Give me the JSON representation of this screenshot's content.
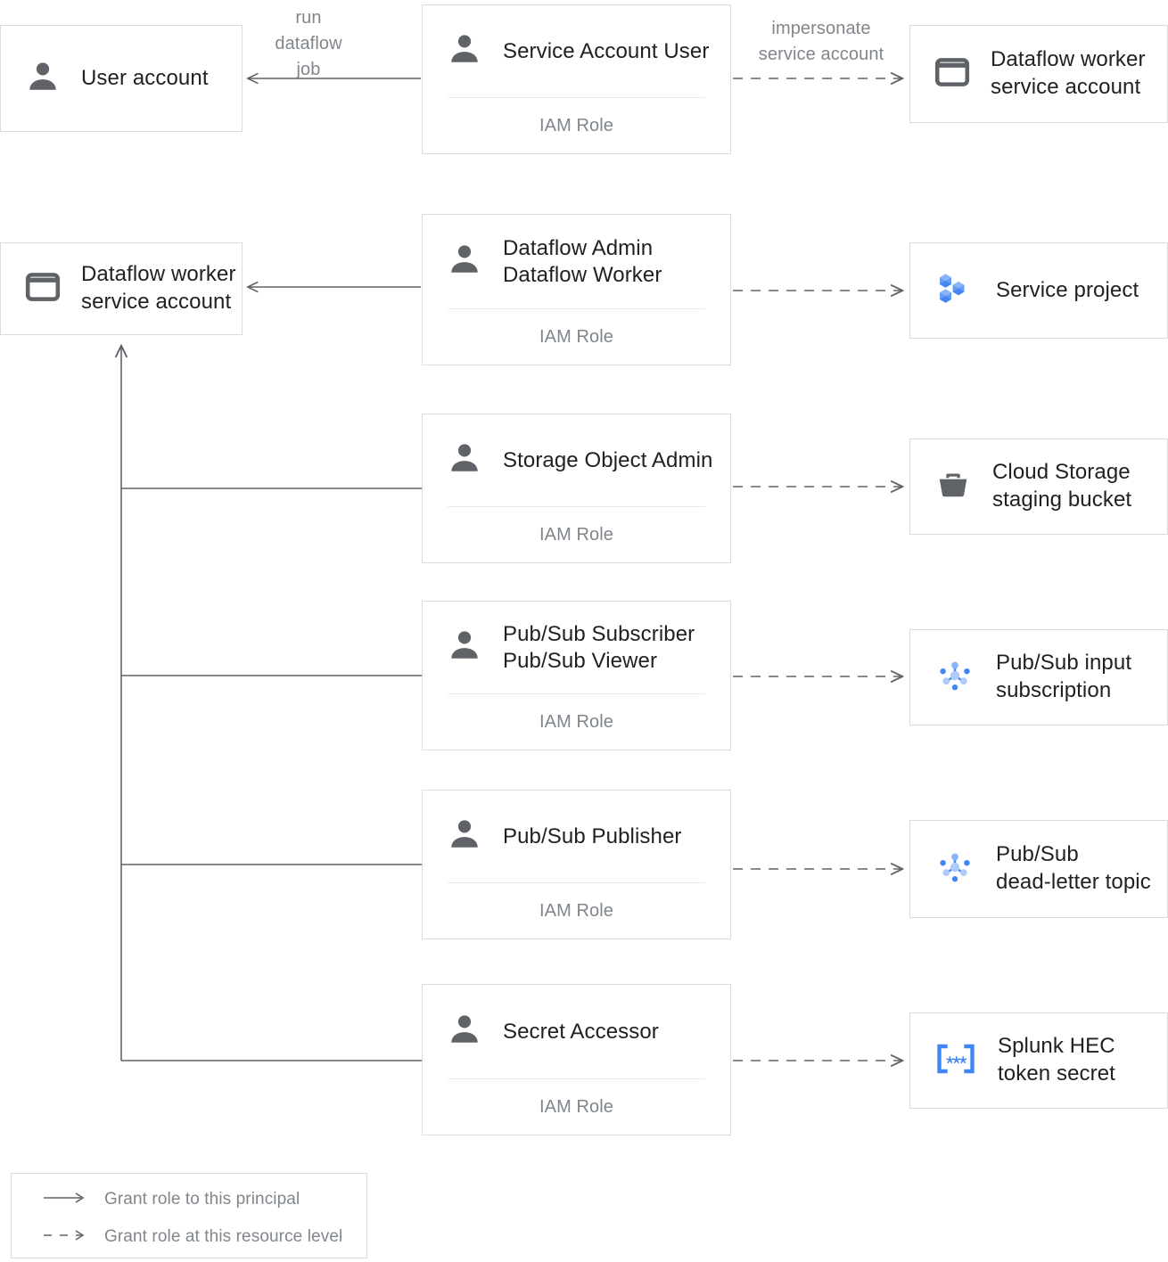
{
  "diagram": {
    "title": "Dataflow IAM roles and resource grants",
    "colors": {
      "box_border": "#dadce0",
      "line": "#5f6368",
      "icon_gray": "#5f6368",
      "accent_blue": "#4285f4",
      "accent_blue_light": "#aecbfa",
      "muted_text": "#80868b",
      "text": "#202124",
      "rule": "#e8eaed"
    },
    "principals": [
      {
        "id": "user-account",
        "label": "User account",
        "icon": "person-icon"
      },
      {
        "id": "dataflow-worker-sa-left",
        "label": "Dataflow worker\nservice account",
        "icon": "service-account-icon"
      }
    ],
    "role_cards": [
      {
        "id": "service-account-user",
        "roles": "Service Account User",
        "footer": "IAM Role",
        "icon": "person-icon"
      },
      {
        "id": "dataflow-admin-worker",
        "roles": "Dataflow Admin\nDataflow Worker",
        "footer": "IAM Role",
        "icon": "person-icon"
      },
      {
        "id": "storage-object-admin",
        "roles": "Storage Object Admin",
        "footer": "IAM Role",
        "icon": "person-icon"
      },
      {
        "id": "pubsub-subscriber-viewer",
        "roles": "Pub/Sub Subscriber\nPub/Sub Viewer",
        "footer": "IAM Role",
        "icon": "person-icon"
      },
      {
        "id": "pubsub-publisher",
        "roles": "Pub/Sub Publisher",
        "footer": "IAM Role",
        "icon": "person-icon"
      },
      {
        "id": "secret-accessor",
        "roles": "Secret Accessor",
        "footer": "IAM Role",
        "icon": "person-icon"
      }
    ],
    "resources": [
      {
        "id": "dataflow-worker-sa-right",
        "label": "Dataflow worker\nservice account",
        "icon": "service-account-icon"
      },
      {
        "id": "service-project",
        "label": "Service project",
        "icon": "service-project-icon"
      },
      {
        "id": "cloud-storage-staging-bucket",
        "label": "Cloud Storage\nstaging bucket",
        "icon": "cloud-storage-icon"
      },
      {
        "id": "pubsub-input-subscription",
        "label": "Pub/Sub input\nsubscription",
        "icon": "pubsub-icon"
      },
      {
        "id": "pubsub-dead-letter-topic",
        "label": "Pub/Sub\ndead-letter topic",
        "icon": "pubsub-icon"
      },
      {
        "id": "splunk-hec-token-secret",
        "label": "Splunk HEC\ntoken secret",
        "icon": "secret-manager-icon"
      }
    ],
    "edge_labels": [
      {
        "id": "run-dataflow-job",
        "text": "run\ndataflow\njob"
      },
      {
        "id": "impersonate-service-account",
        "text": "impersonate\nservice account"
      }
    ],
    "legend": {
      "items": [
        {
          "id": "solid-arrow",
          "arrow": "solid",
          "text": "Grant role to this principal"
        },
        {
          "id": "dashed-arrow",
          "arrow": "dashed",
          "text": "Grant role at this resource level"
        }
      ]
    }
  }
}
